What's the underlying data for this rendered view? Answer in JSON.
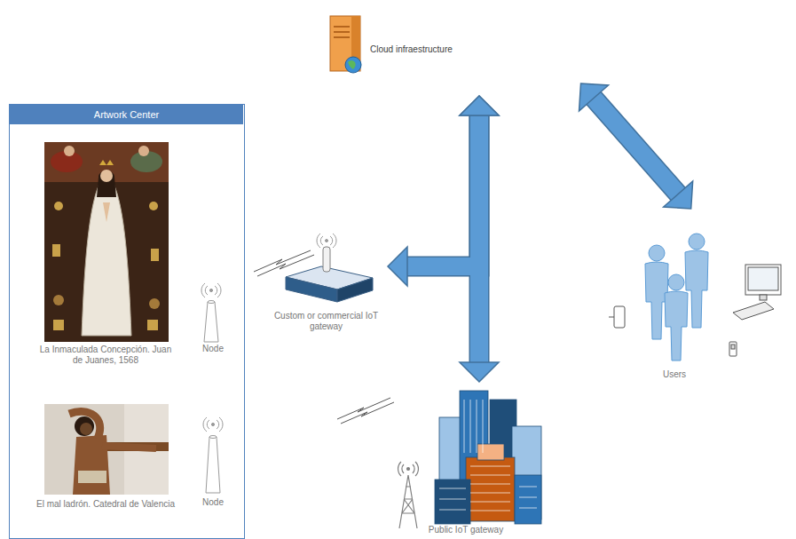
{
  "diagram": {
    "nodes": [
      {
        "text": [
          "Cloud infraestructure"
        ]
      },
      {
        "text": [
          "Artwork Center"
        ]
      },
      {
        "text": [
          "La Inmaculada Concepción. Juan de Juanes, 1568"
        ],
        "in": 1
      },
      {
        "text": [
          "Node"
        ],
        "in": 1
      },
      {
        "text": [
          "El mal ladrón. Catedral de Valencia"
        ],
        "in": 1
      },
      {
        "text": [
          "Node"
        ],
        "in": 1
      },
      {
        "text": [
          "Custom or commercial IoT gateway"
        ]
      },
      {
        "text": [
          "Public IoT gateway"
        ]
      },
      {
        "text": [
          "Users"
        ]
      }
    ],
    "edges": [
      {
        "from": 0,
        "to": 6,
        "arrow": "both"
      },
      {
        "from": 0,
        "to": 7,
        "arrow": "both"
      },
      {
        "from": 0,
        "to": 8,
        "arrow": "both"
      }
    ]
  }
}
